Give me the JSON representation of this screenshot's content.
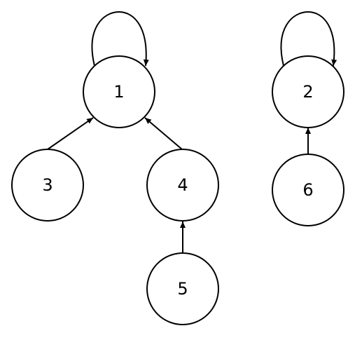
{
  "diagram": {
    "nodes": [
      {
        "id": "1",
        "label": "1"
      },
      {
        "id": "2",
        "label": "2"
      },
      {
        "id": "3",
        "label": "3"
      },
      {
        "id": "4",
        "label": "4"
      },
      {
        "id": "5",
        "label": "5"
      },
      {
        "id": "6",
        "label": "6"
      }
    ],
    "edges": [
      {
        "from": "1",
        "to": "1"
      },
      {
        "from": "2",
        "to": "2"
      },
      {
        "from": "3",
        "to": "1"
      },
      {
        "from": "4",
        "to": "1"
      },
      {
        "from": "5",
        "to": "4"
      },
      {
        "from": "6",
        "to": "2"
      }
    ]
  }
}
